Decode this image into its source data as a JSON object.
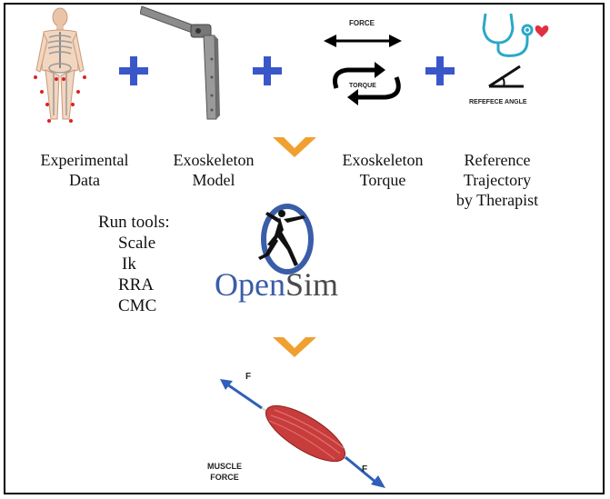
{
  "diagram": {
    "inputs": {
      "experimental": {
        "line1": "Experimental",
        "line2": "Data"
      },
      "model": {
        "line1": "Exoskeleton",
        "line2": "Model"
      },
      "torque": {
        "line1": "Exoskeleton",
        "line2": "Torque"
      },
      "reference": {
        "line1": "Reference",
        "line2": "Trajectory",
        "line3": "by Therapist"
      }
    },
    "icon_labels": {
      "force": "FORCE",
      "torque": "TORQUE",
      "reference_angle": "REFEFECE ANGLE"
    },
    "run_tools": {
      "heading": "Run tools:",
      "items": [
        "Scale",
        "Ik",
        "RRA",
        "CMC"
      ]
    },
    "opensim": {
      "part1": "Open",
      "part2": "Sim"
    },
    "output": {
      "force_top": "F",
      "force_bottom": "F",
      "label_line1": "MUSCLE",
      "label_line2": "FORCE"
    },
    "colors": {
      "plus": "#3a57c9",
      "chevron": "#f0a030",
      "opensim_blue": "#3a5da8",
      "arrow_blue": "#2f5fb8",
      "muscle": "#c83c3c",
      "stethoscope": "#2aa8c8"
    }
  }
}
